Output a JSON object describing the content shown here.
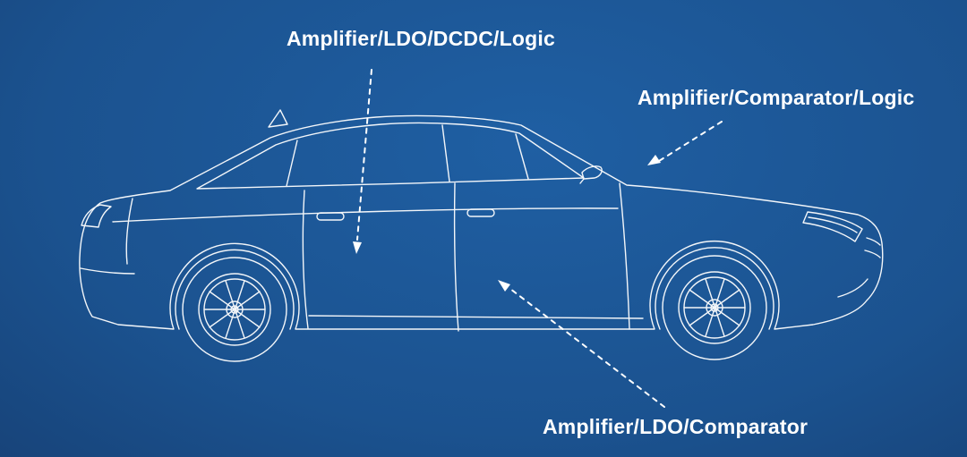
{
  "scene": {
    "type": "automotive-application-blueprint-diagram",
    "background": {
      "center": "#1f5fa3",
      "mid": "#1b528f",
      "edge": "#102a4e"
    },
    "line_color": "#ffffff"
  },
  "labels": {
    "top": "Amplifier/LDO/DCDC/Logic",
    "right": "Amplifier/Comparator/Logic",
    "bottom": "Amplifier/LDO/Comparator"
  }
}
